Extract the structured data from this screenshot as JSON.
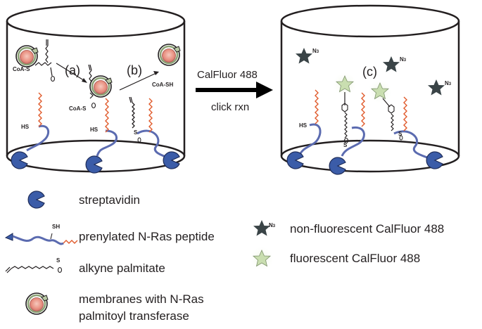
{
  "diagram": {
    "steps": {
      "a": "(a)",
      "b": "(b)",
      "c": "(c)"
    },
    "arrow_top": "CalFluor 488",
    "arrow_bottom": "click rxn",
    "small_labels": {
      "coa_s": "CoA-S",
      "coa_sh": "CoA-SH",
      "hs": "HS",
      "sh": "SH",
      "s": "S",
      "azide": "N",
      "azide_sub": "3"
    }
  },
  "legend": {
    "streptavidin": "streptavidin",
    "peptide": "prenylated N-Ras peptide",
    "alkyne": "alkyne palmitate",
    "membranes_line1": "membranes with N-Ras",
    "membranes_line2": "palmitoyl transferase",
    "nonfluor": "non-fluorescent CalFluor 488",
    "fluor": "fluorescent CalFluor 488"
  },
  "colors": {
    "outline": "#231f20",
    "peptide_blue": "#5b6bb0",
    "streptavidin_blue": "#3b5ca8",
    "lipid_orange": "#e05a2b",
    "vesicle_pink": "#f0b3a6",
    "vesicle_inner": "#e88f80",
    "transferase_green": "#b8c9a3",
    "dark_star": "#3a4447",
    "light_star": "#c9deb0"
  }
}
